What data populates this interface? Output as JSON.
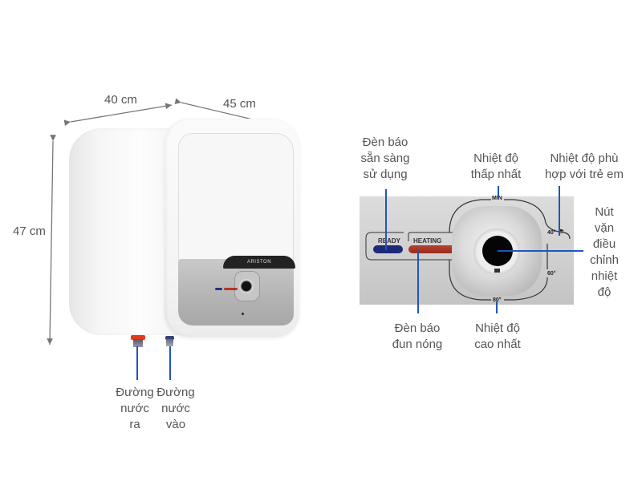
{
  "dimensions": {
    "width": "40 cm",
    "depth": "45 cm",
    "height": "47 cm"
  },
  "product": {
    "brand": "ARISTON"
  },
  "pipes": {
    "outlet": [
      "Đường",
      "nước",
      "ra"
    ],
    "inlet": [
      "Đường",
      "nước",
      "vào"
    ]
  },
  "panel": {
    "ready_label": "READY",
    "heating_label": "HEATING",
    "min_label": "MIN",
    "temp_40": "40°",
    "temp_60": "60°",
    "temp_80": "80°"
  },
  "callouts": {
    "ready_light": [
      "Đèn báo",
      "sẵn sàng",
      "sử dụng"
    ],
    "min_temp": [
      "Nhiệt độ",
      "thấp nhất"
    ],
    "child_temp": [
      "Nhiệt độ phù",
      "hợp với trẻ em"
    ],
    "knob": [
      "Nút",
      "vặn",
      "điều",
      "chỉnh",
      "nhiệt",
      "độ"
    ],
    "heating_light": [
      "Đèn báo",
      "đun nóng"
    ],
    "max_temp": [
      "Nhiệt độ",
      "cao nhất"
    ]
  },
  "colors": {
    "callout_line": "#2255bb",
    "ready_light": "#1e2a78",
    "heating_light": "#b8402e",
    "hot_pipe": "#e23a1a"
  }
}
